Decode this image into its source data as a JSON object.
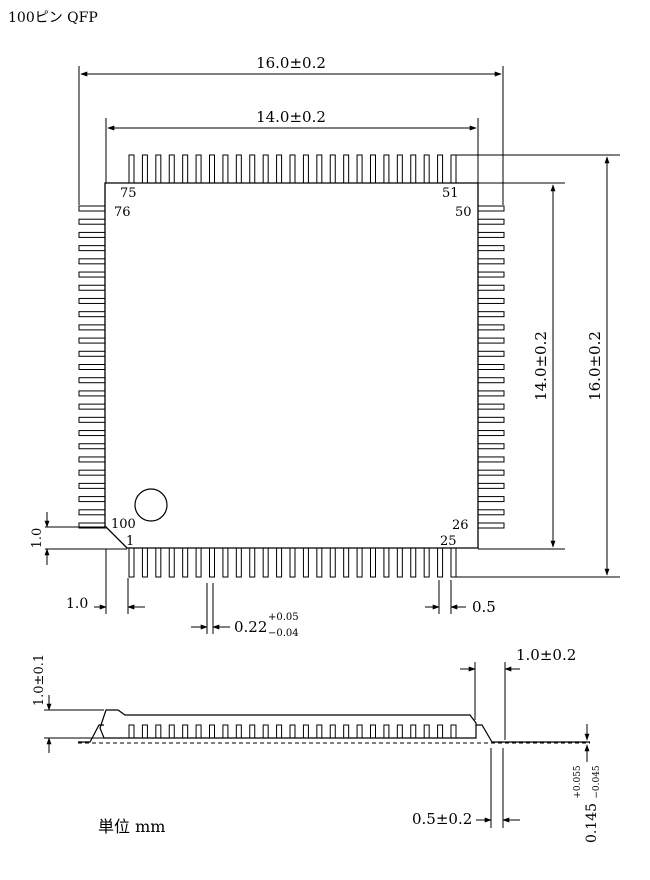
{
  "title": "100ピン  QFP",
  "units_label": "単位  mm",
  "colors": {
    "ink": "#000000",
    "paper": "#ffffff"
  },
  "pin_labels": {
    "p1": "1",
    "p25": "25",
    "p26": "26",
    "p50": "50",
    "p51": "51",
    "p75": "75",
    "p76": "76",
    "p100": "100"
  },
  "dims": {
    "top_outer": "16.0±0.2",
    "top_inner": "14.0±0.2",
    "right_inner": "14.0±0.2",
    "right_outer": "16.0±0.2",
    "left_offset": "1.0",
    "bottom_offset": "1.0",
    "pitch": "0.5",
    "lead_width": "0.22",
    "lead_width_plus": "+0.05",
    "lead_width_minus": "−0.04",
    "side_height": "1.0±0.1",
    "side_lead_length": "1.0±0.2",
    "side_foot": "0.5±0.2",
    "side_thickness": "0.145",
    "side_thickness_plus": "+0.055",
    "side_thickness_minus": "−0.045"
  }
}
